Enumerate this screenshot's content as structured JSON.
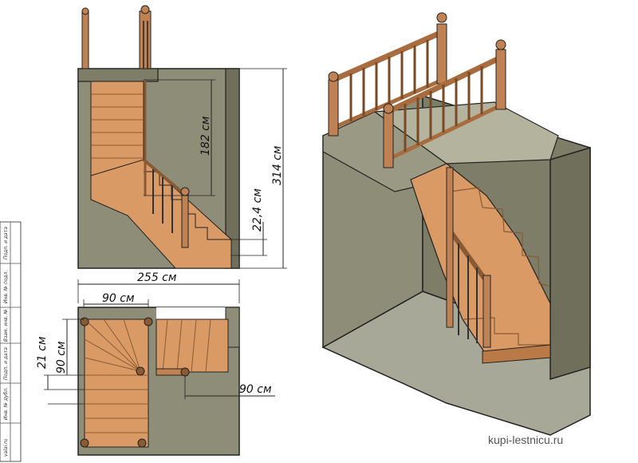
{
  "dimensions": {
    "height_upper": "182 см",
    "step_height": "22,4 см",
    "total_height": "314 см",
    "overall_width": "255 см",
    "flight_width": "90 см",
    "tread_depth": "21 см",
    "winder_width": "90 см",
    "landing_width": "90 см"
  },
  "title_block": {
    "cells": [
      "Подп. и дата",
      "Инв. № подл.",
      "Взам. инв. №",
      "Подп. и дата",
      "Инв. № дубл.",
      "valai.ru"
    ]
  },
  "watermark": "kupi-lestnicu.ru",
  "colors": {
    "wall": "#8e8e78",
    "wall_dark": "#6f6f5c",
    "floor": "#a8a898",
    "wood": "#d99a66",
    "wood_light": "#e8b07e",
    "wood_dark": "#8a5a34",
    "line": "#222222"
  }
}
